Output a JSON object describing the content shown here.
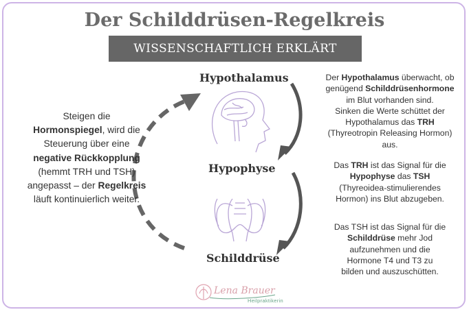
{
  "title": "Der Schilddrüsen-Regelkreis",
  "banner": "WISSENSCHAFTLICH ERKLÄRT",
  "nodes": {
    "hypothalamus": "Hypothalamus",
    "hypophyse": "Hypophyse",
    "schilddruese": "Schilddrüse"
  },
  "left_text": {
    "l1": "Steigen die",
    "l2_b": "Hormonspiegel",
    "l2_t": ", wird die",
    "l3": "Steuerung über eine",
    "l4_b": "negative Rückkopplung",
    "l5": "(hemmt TRH und TSH)",
    "l6_t": "angepasst – der ",
    "l6_b": "Regelkreis",
    "l7": "läuft kontinuierlich weiter."
  },
  "right_text_1": {
    "l1_t": "Der ",
    "l1_b": "Hypothalamus",
    "l1_t2": " überwacht, ob",
    "l2_t": "genügend ",
    "l2_b": "Schilddrüsenhormone",
    "l3": "im Blut vorhanden sind.",
    "l4": "Sinken die Werte schüttet der",
    "l5_t": "Hypothalamus das ",
    "l5_b": "TRH",
    "l6": "(Thyreotropin Releasing Hormon)",
    "l7": "aus."
  },
  "right_text_2": {
    "l1_t": "Das ",
    "l1_b": "TRH",
    "l1_t2": " ist das Signal für die",
    "l2_b": "Hypophyse",
    "l2_t": " das ",
    "l2_b2": "TSH",
    "l3": "(Thyreoidea-stimulierendes",
    "l4": "Hormon) ins Blut abzugeben."
  },
  "right_text_3": {
    "l1": "Das TSH ist das Signal für die",
    "l2_b": "Schilddrüse",
    "l2_t": " mehr Jod",
    "l3": "aufzunehmen und die",
    "l4": "Hormone T4 und T3 zu",
    "l5": "bilden und auszuschütten."
  },
  "logo": {
    "name": "Lena Brauer",
    "subtitle": "Heilpraktikerin"
  },
  "colors": {
    "frame": "#cdb4e6",
    "banner": "#666666",
    "title": "#6b6b6b",
    "arrow": "#555555",
    "illustration": "#b9a6d6",
    "logo_name": "#d9a0aa",
    "logo_sub": "#6aa58a"
  }
}
